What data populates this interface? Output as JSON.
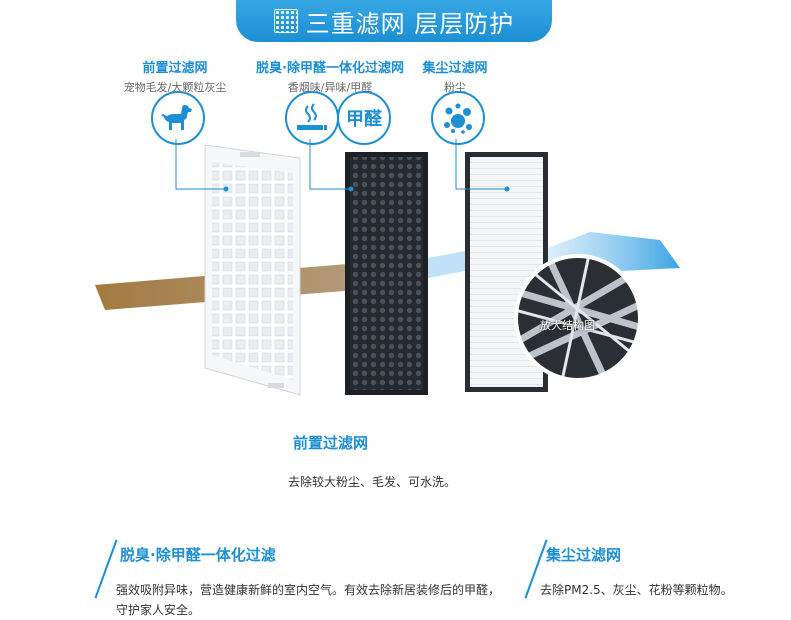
{
  "banner": {
    "title": "三重滤网 层层防护",
    "icon": "dot-grid-icon"
  },
  "filters": [
    {
      "title": "前置过滤网",
      "sub": "宠物毛发/大颗粒灰尘",
      "icon": "dog-icon"
    },
    {
      "title": "脱臭·除甲醛一体化过滤网",
      "sub": "香烟味/异味/甲醛",
      "icon": "smoking-icon",
      "icon2_text": "甲醛"
    },
    {
      "title": "集尘过滤网",
      "sub": "粉尘",
      "icon": "dust-particles-icon"
    }
  ],
  "magnifier": {
    "label": "放大结构图"
  },
  "sections": {
    "prefilter": {
      "title": "前置过滤网",
      "desc": "去除较大粉尘、毛发、可水洗。"
    },
    "deodorize": {
      "title": "脱臭·除甲醛一体化过滤",
      "desc": "强效吸附异味，营造健康新鲜的室内空气。有效去除新居装修后的甲醛，守护家人安全。"
    },
    "dust": {
      "title": "集尘过滤网",
      "desc": "去除PM2.5、灰尘、花粉等颗粒物。"
    }
  },
  "colors": {
    "accent": "#1d8fd4",
    "banner": "#2a9bdc",
    "airflow_dirty": "#a8824a",
    "airflow_clean": "#4aa9e6"
  }
}
